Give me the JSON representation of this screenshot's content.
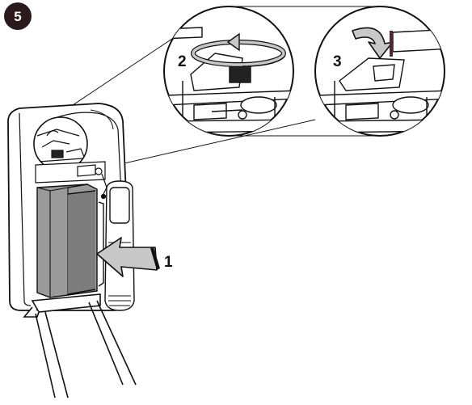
{
  "step_badge": "5",
  "callouts": {
    "one": "1",
    "two": "2",
    "three": "3"
  },
  "colors": {
    "ink": "#111111",
    "cartridge_gray": "#9a9a9a",
    "cartridge_dark": "#7d7d7d",
    "arrow_gray": "#c8c8c8",
    "badge": "#2a1a1c"
  }
}
